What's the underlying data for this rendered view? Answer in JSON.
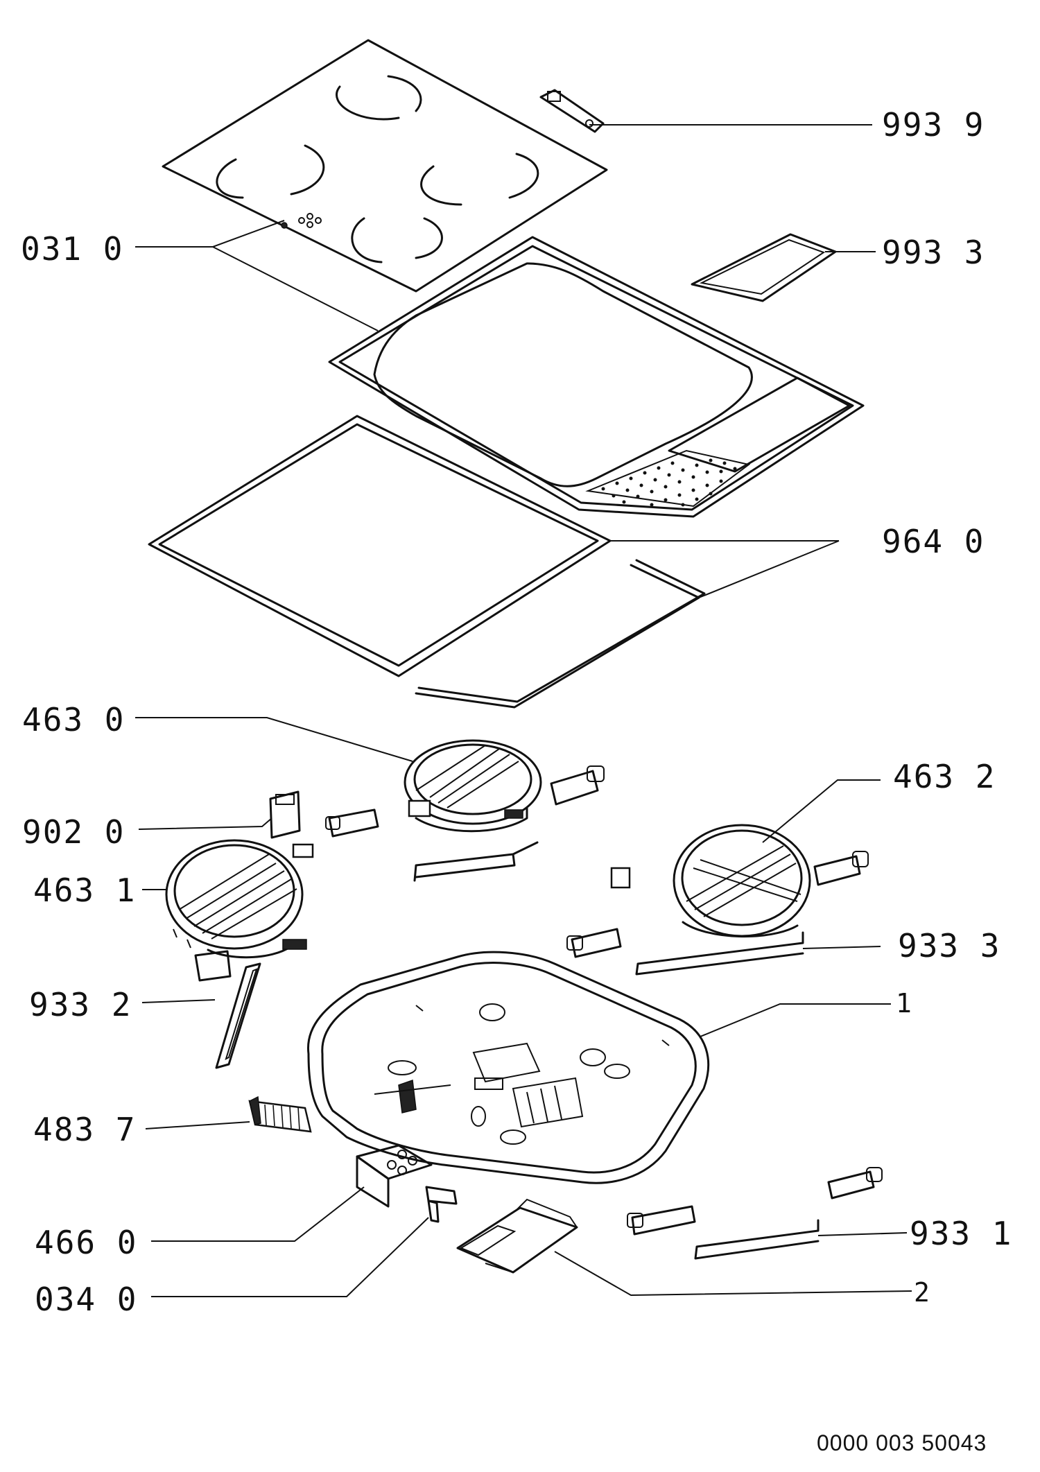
{
  "labels": {
    "p9939": "993  9",
    "p9933": "993  3",
    "p0310": "031  0",
    "p9640": "964  0",
    "p4630": "463  0",
    "p4632": "463  2",
    "p9020": "902  0",
    "p4631": "463  1",
    "p9333": "933  3",
    "p9332": "933  2",
    "p1": "1",
    "p4837": "483  7",
    "p4660": "466  0",
    "p9331": "933  1",
    "p0340": "034  0",
    "p2": "2"
  },
  "document_number": "0000  003  50043"
}
